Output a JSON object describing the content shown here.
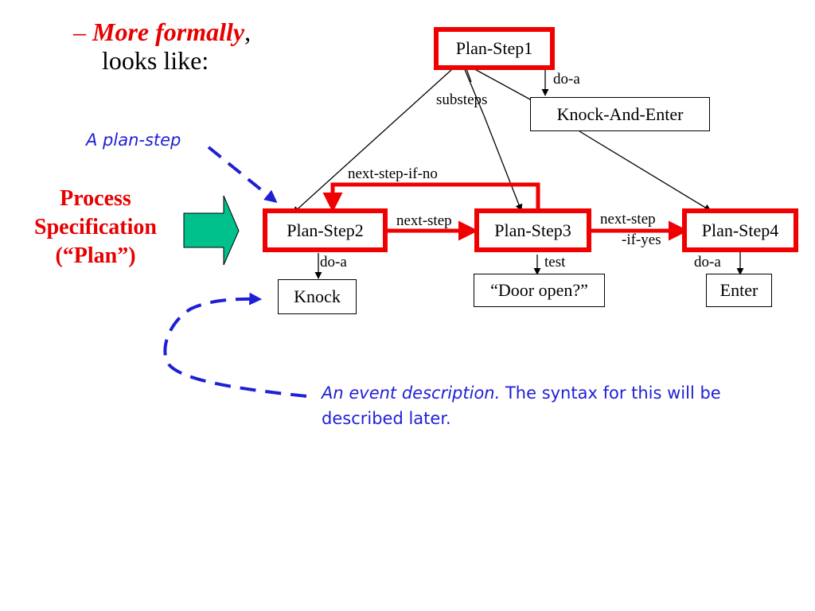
{
  "bullet": {
    "dash": "–",
    "emphasis": "More formally",
    "comma": ",",
    "rest": "looks like:"
  },
  "process_label": {
    "line1": "Process",
    "line2": "Specification",
    "line3": "(“Plan”)"
  },
  "annotations": {
    "plan_step": "A plan-step",
    "event_italic": "An event description.",
    "event_rest": " The syntax for this will be described later."
  },
  "nodes": {
    "plan_step1": "Plan-Step1",
    "knock_and_enter": "Knock-And-Enter",
    "plan_step2": "Plan-Step2",
    "plan_step3": "Plan-Step3",
    "plan_step4": "Plan-Step4",
    "knock": "Knock",
    "door_open": "“Door open?”",
    "enter": "Enter"
  },
  "edge_labels": {
    "do_a_top": "do-a",
    "substeps": "substeps",
    "next_step_if_no": "next-step-if-no",
    "next_step": "next-step",
    "next_step_if_yes_1": "next-step",
    "next_step_if_yes_2": "-if-yes",
    "do_a_knock": "do-a",
    "test": "test",
    "do_a_enter": "do-a"
  },
  "colors": {
    "red": "#f00000",
    "blue_annotation": "#1f1fd6",
    "arrow_fill": "#00c08b"
  }
}
